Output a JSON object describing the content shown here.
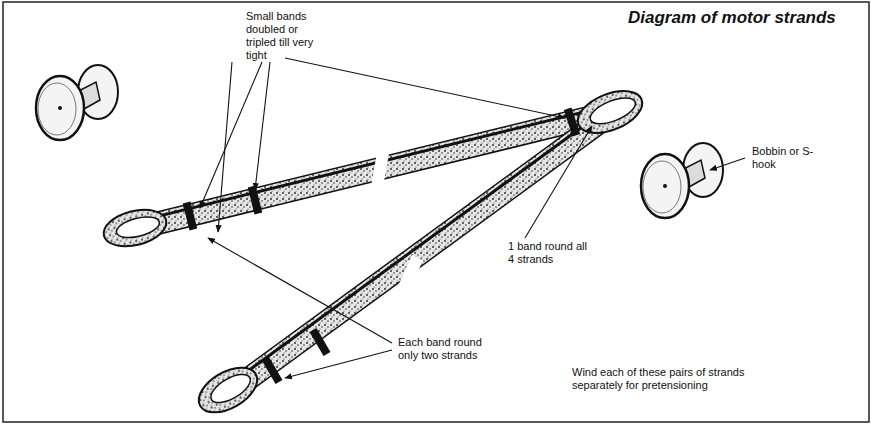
{
  "diagram": {
    "title": "Diagram of motor strands",
    "labels": [
      "Small bands doubled or tripled till very tight",
      "Bobbin or S-hook",
      "1 band round all 4 strands",
      "Each band round only two strands",
      "Wind each of these pairs of strands separately for pretensioning"
    ]
  }
}
